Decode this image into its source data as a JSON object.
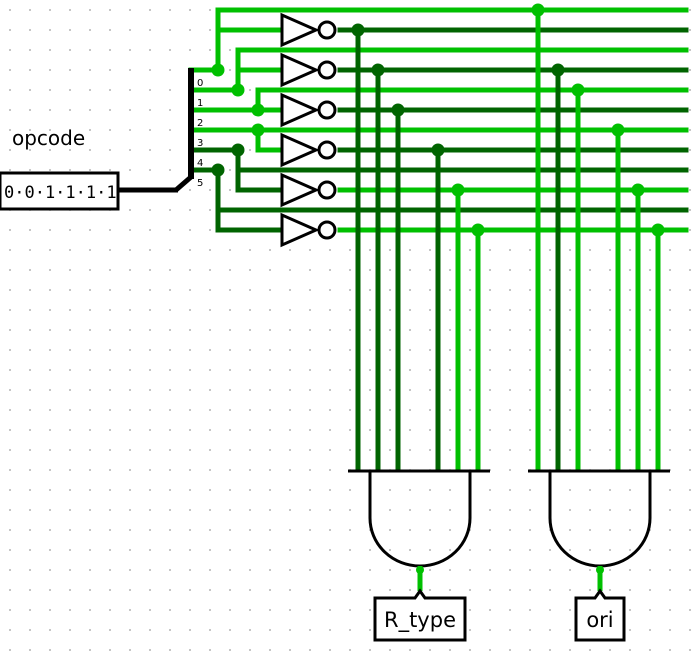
{
  "colors": {
    "wire_on": "#00c000",
    "wire_off": "#006400",
    "bus": "#000000",
    "grid_dot": "#9a9a9a"
  },
  "opcode": {
    "label": "opcode",
    "value": "0·0·1·1·1·1",
    "bits": [
      1,
      1,
      1,
      1,
      0,
      0
    ]
  },
  "splitter": {
    "lines": [
      "0",
      "1",
      "2",
      "3",
      "4",
      "5"
    ]
  },
  "inverters": {
    "count": 6,
    "icon": "not-gate-icon"
  },
  "gates": [
    {
      "label": "R_type",
      "icon": "and-gate-icon",
      "output_state": "on"
    },
    {
      "label": "ori",
      "icon": "and-gate-icon",
      "output_state": "on"
    }
  ]
}
